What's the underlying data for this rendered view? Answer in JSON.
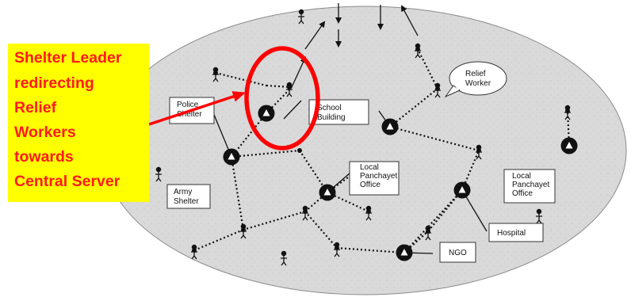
{
  "callout": {
    "lines": [
      "Shelter Leader",
      "redirecting",
      "Relief",
      "Workers",
      "towards",
      "Central Server"
    ]
  },
  "labels": {
    "police_shelter": [
      "Police",
      "Shelter"
    ],
    "school_building": [
      "School",
      "Building"
    ],
    "army_shelter": [
      "Army",
      "Shelter"
    ],
    "local_panchayet_office_1": [
      "Local",
      "Panchayet",
      "Office"
    ],
    "local_panchayet_office_2": [
      "Local",
      "Panchayet",
      "Office"
    ],
    "hospital": [
      "Hospital"
    ],
    "ngo": [
      "NGO"
    ],
    "relief_worker": [
      "Relief",
      "Worker"
    ]
  },
  "colors": {
    "area_fill": "#d9d9d9",
    "callout_bg": "#ffff00",
    "callout_text": "#ff1a1a",
    "highlight": "#ff0000",
    "node": "#111111"
  },
  "icons": {
    "shelter_node": "black-circle-with-white-triangle",
    "relief_worker": "stick-figure-icon",
    "highlight": "red-ellipse"
  }
}
